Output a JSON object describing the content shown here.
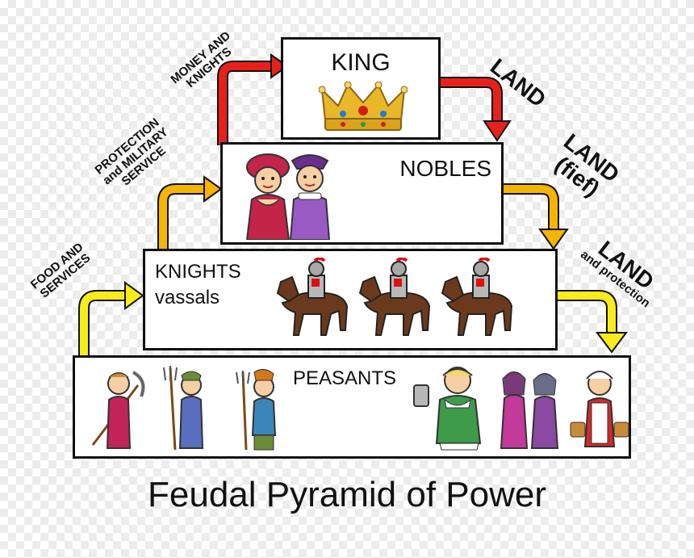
{
  "title": "Feudal Pyramid of Power",
  "tiers": {
    "king": "KING",
    "nobles": "NOBLES",
    "knights_line1": "KNIGHTS",
    "knights_line2": "vassals",
    "peasants": "PEASANTS"
  },
  "arrows_up": {
    "money_line1": "MONEY AND",
    "money_line2": "KNIGHTS",
    "protection_line1": "PROTECTION",
    "protection_line2": "and MILITARY",
    "protection_line3": "SERVICE",
    "food_line1": "FOOD AND",
    "food_line2": "SERVICES"
  },
  "arrows_down": {
    "land_1": "LAND",
    "land_2_line1": "LAND",
    "land_2_line2": "(fief)",
    "land_3_line1": "LAND",
    "land_3_line2": "and protection"
  },
  "colors": {
    "red_arrow": "#e8201c",
    "orange_arrow": "#f5b400",
    "yellow_arrow": "#f8ec1a",
    "box_border": "#111111"
  }
}
